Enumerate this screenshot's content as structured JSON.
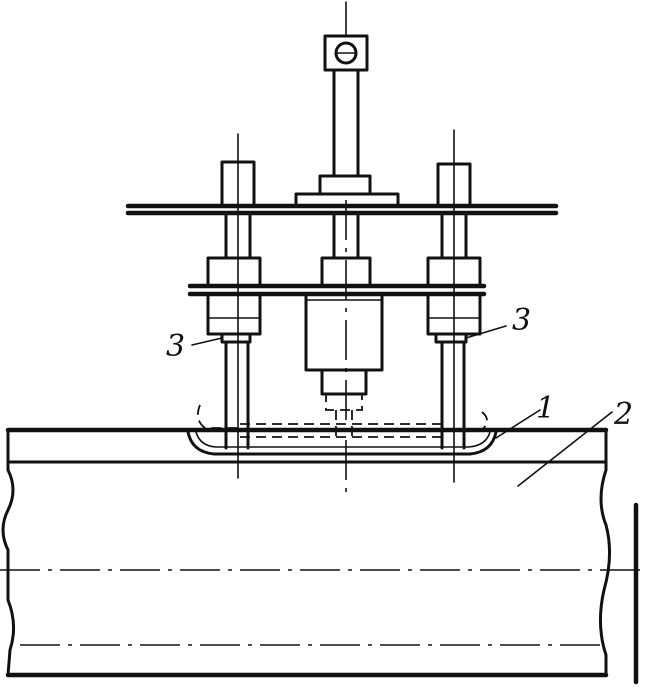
{
  "labels": {
    "part_1": "1",
    "part_2": "2",
    "part_3_left": "3",
    "part_3_right": "3"
  },
  "colors": {
    "ink": "#111111",
    "paper": "#ffffff"
  }
}
